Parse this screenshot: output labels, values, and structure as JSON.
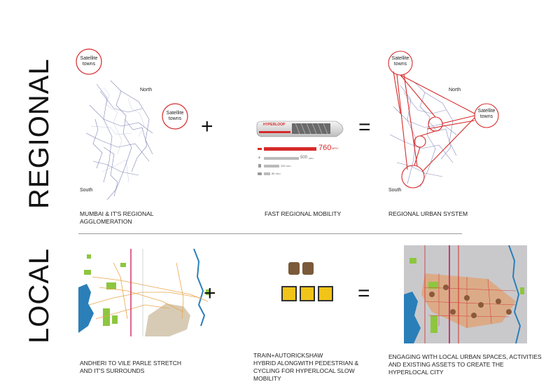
{
  "sections": {
    "regional": {
      "label": "REGIONAL"
    },
    "local": {
      "label": "LOCAL"
    }
  },
  "regional": {
    "map1": {
      "north": "North",
      "south": "South",
      "satellite": "Satellite towns"
    },
    "caption1": "MUMBAI & IT'S REGIONAL AGGLOMERATION",
    "mobility": {
      "brand": "HYPERLOOP",
      "speeds": [
        {
          "value": "760",
          "unit": "MPH",
          "mode": "hyperloop",
          "fraction": 1.0
        },
        {
          "value": "500",
          "unit": "MPH",
          "mode": "plane",
          "fraction": 0.66
        },
        {
          "value": "200",
          "unit": "MPH",
          "mode": "train",
          "fraction": 0.3
        },
        {
          "value": "85",
          "unit": "MPH",
          "mode": "car",
          "fraction": 0.12
        }
      ]
    },
    "caption2": "FAST REGIONAL MOBILITY",
    "map3": {
      "north": "North",
      "south": "South",
      "satellite": "Satellite towns"
    },
    "caption3": "REGIONAL URBAN SYSTEM"
  },
  "local": {
    "caption1": "ANDHERI TO VILE PARLE STRETCH AND IT'S SURROUNDS",
    "caption2_line1": "TRAIN+AUTORICKSHAW",
    "caption2_line2": "HYBRID ALONGWITH PEDESTRIAN &",
    "caption2_line3": "CYCLING FOR HYPERLOCAL SLOW MOBILITY",
    "caption3": "ENGAGING WITH LOCAL URBAN SPACES, ACTIVITIES AND EXISTING ASSETS TO CREATE THE HYPERLOCAL CITY"
  },
  "operators": {
    "plus": "+",
    "equals": "="
  },
  "colors": {
    "accent_red": "#d62a2a",
    "map_line": "#6b6fa8",
    "green": "#8dc63f",
    "sea": "#2a7fb8",
    "tan": "#d8cbb5"
  }
}
